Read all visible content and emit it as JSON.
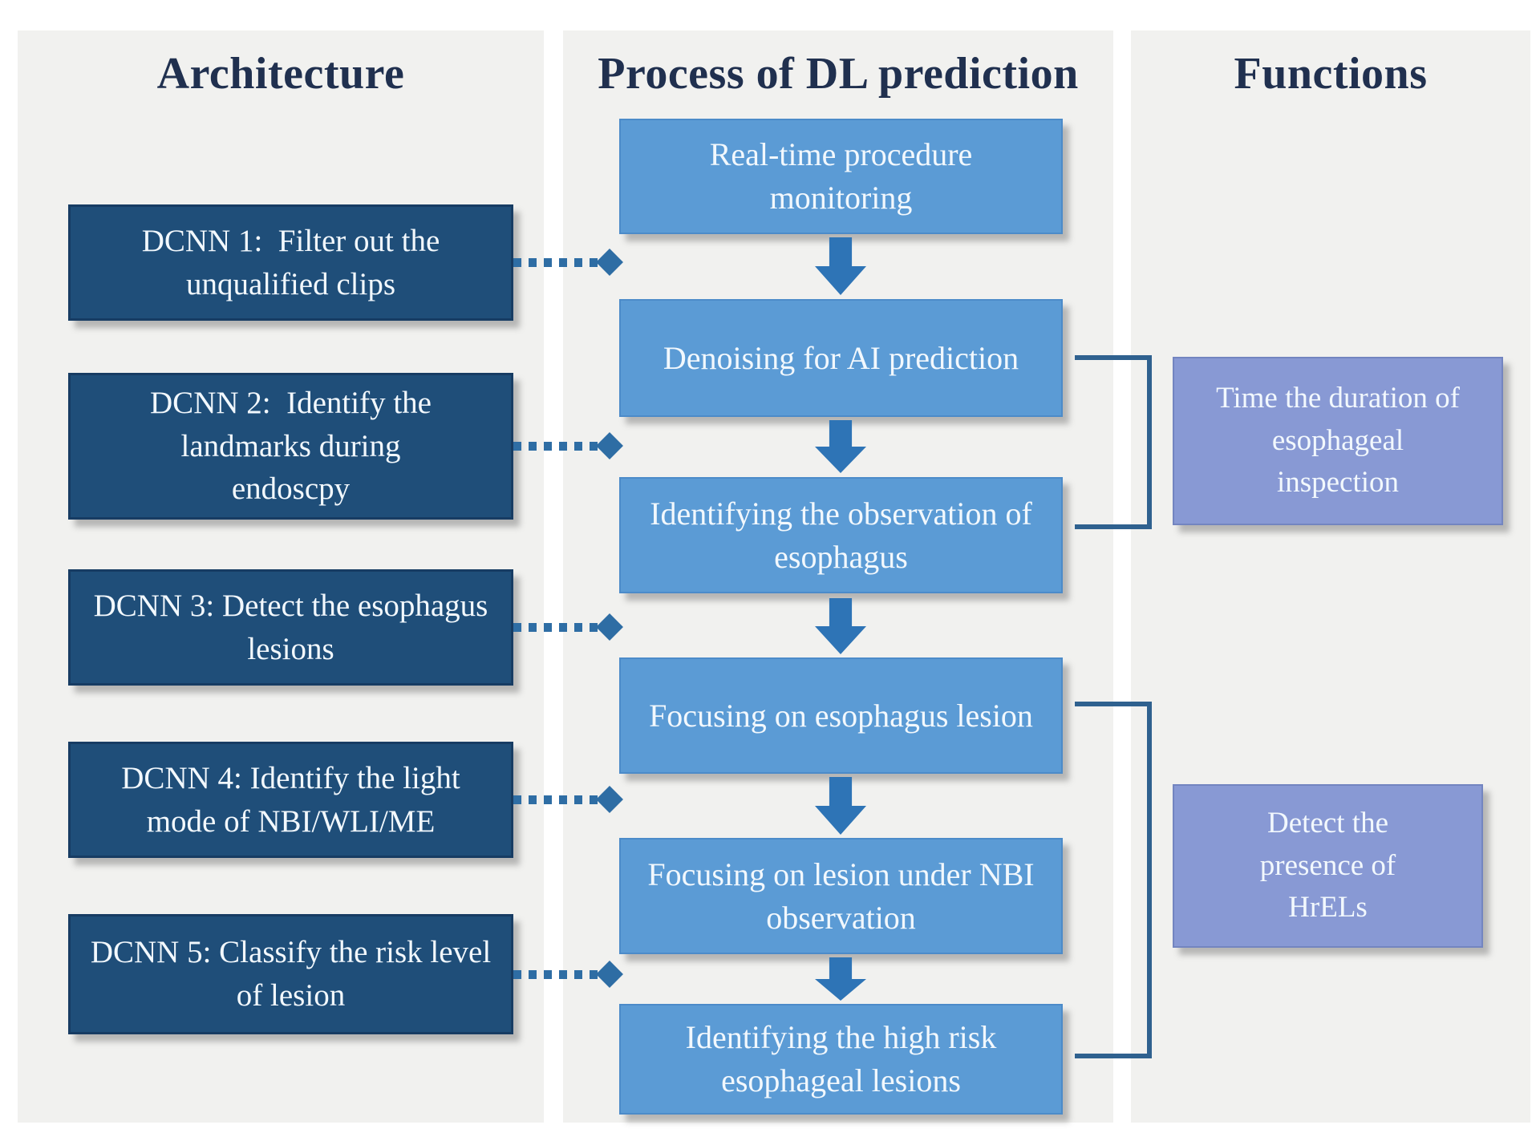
{
  "colors": {
    "panel_bg": "#f1f1ef",
    "dark_box": "#1f4e79",
    "dark_box_border": "#173c63",
    "process_box": "#5b9bd5",
    "process_box_border": "#4c8bc9",
    "function_box": "#8899d4",
    "function_box_border": "#7385c0",
    "arrow": "#2e74b6",
    "connector": "#2e6da4",
    "bracket": "#2f618f",
    "header_text": "#20304f",
    "box_text": "#f2f8fd"
  },
  "architecture": {
    "header": "Architecture",
    "boxes": [
      {
        "label": "DCNN 1:  Filter out the unqualified clips"
      },
      {
        "label": "DCNN 2:  Identify the landmarks during endoscpy"
      },
      {
        "label": "DCNN 3: Detect the esophagus lesions"
      },
      {
        "label": "DCNN 4: Identify the light mode of NBI/WLI/ME"
      },
      {
        "label": "DCNN 5: Classify the risk level of lesion"
      }
    ]
  },
  "process": {
    "header": "Process of DL prediction",
    "steps": [
      {
        "label": "Real-time procedure monitoring"
      },
      {
        "label": "Denoising for AI prediction"
      },
      {
        "label": "Identifying the observation of esophagus"
      },
      {
        "label": "Focusing on esophagus lesion"
      },
      {
        "label": "Focusing on lesion under NBI observation"
      },
      {
        "label": "Identifying the high risk esophageal lesions"
      }
    ]
  },
  "functions": {
    "header": "Functions",
    "boxes": [
      {
        "label": "Time the duration of esophageal inspection"
      },
      {
        "label": "Detect the presence of HrELs"
      }
    ]
  }
}
